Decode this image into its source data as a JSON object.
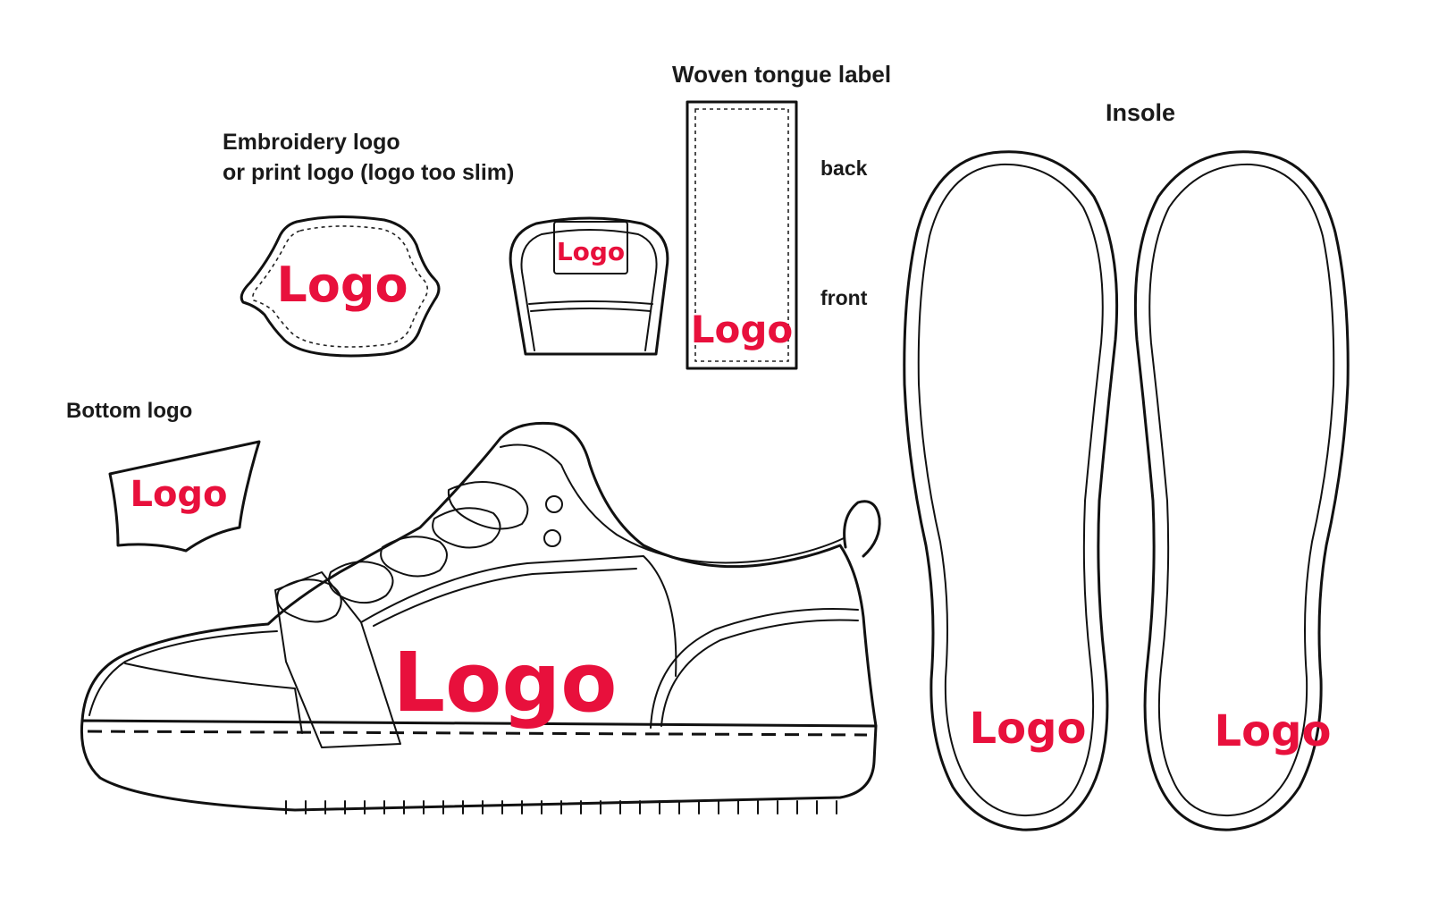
{
  "labels": {
    "woven_tongue_label": "Woven tongue label",
    "insole": "Insole",
    "embroidery_line1": "Embroidery logo",
    "embroidery_line2": "or print logo (logo too slim)",
    "back": "back",
    "front": "front",
    "bottom_logo": "Bottom logo"
  },
  "logo_text": "Logo",
  "colors": {
    "logo": "#e8103c",
    "ink": "#111111"
  }
}
